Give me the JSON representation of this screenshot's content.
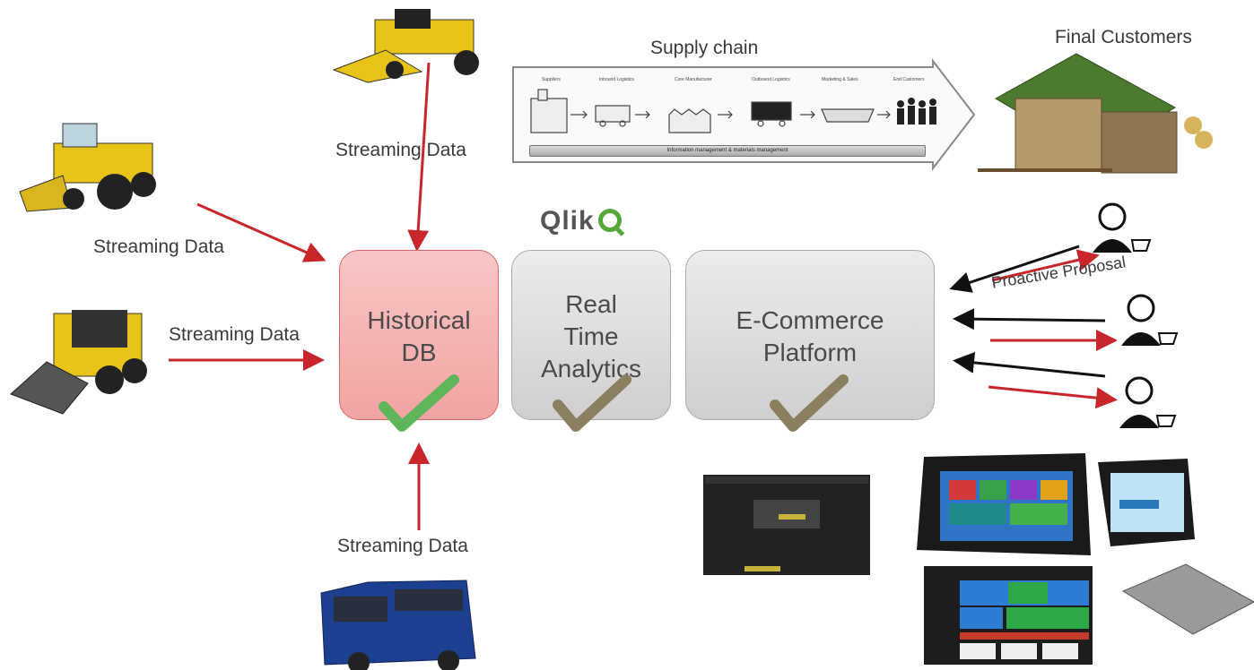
{
  "supply_chain": {
    "title": "Supply chain",
    "steps": [
      "Suppliers",
      "Inbound Logistics",
      "Core Manufacturer",
      "Outbound Logistics",
      "Marketing & Sales",
      "End Customers"
    ],
    "bar_label": "Information management & materials management"
  },
  "final_customers_label": "Final Customers",
  "streaming_labels": {
    "top": "Streaming Data",
    "left_upper": "Streaming Data",
    "left_lower": "Streaming Data",
    "bottom": "Streaming Data"
  },
  "qlik_label": "Qlik",
  "boxes": {
    "historical": [
      "Historical",
      "DB"
    ],
    "analytics": [
      "Real",
      "Time",
      "Analytics"
    ],
    "ecommerce": [
      "E-Commerce",
      "Platform"
    ]
  },
  "proactive_label": "Proactive Proposal",
  "colors": {
    "arrow_red": "#c8262a",
    "arrow_black": "#111111",
    "check_green": "#5fb55a",
    "check_olive": "#8a7f5e",
    "historical_fill": "#f6b8b8",
    "box_gray": "#dedede"
  }
}
